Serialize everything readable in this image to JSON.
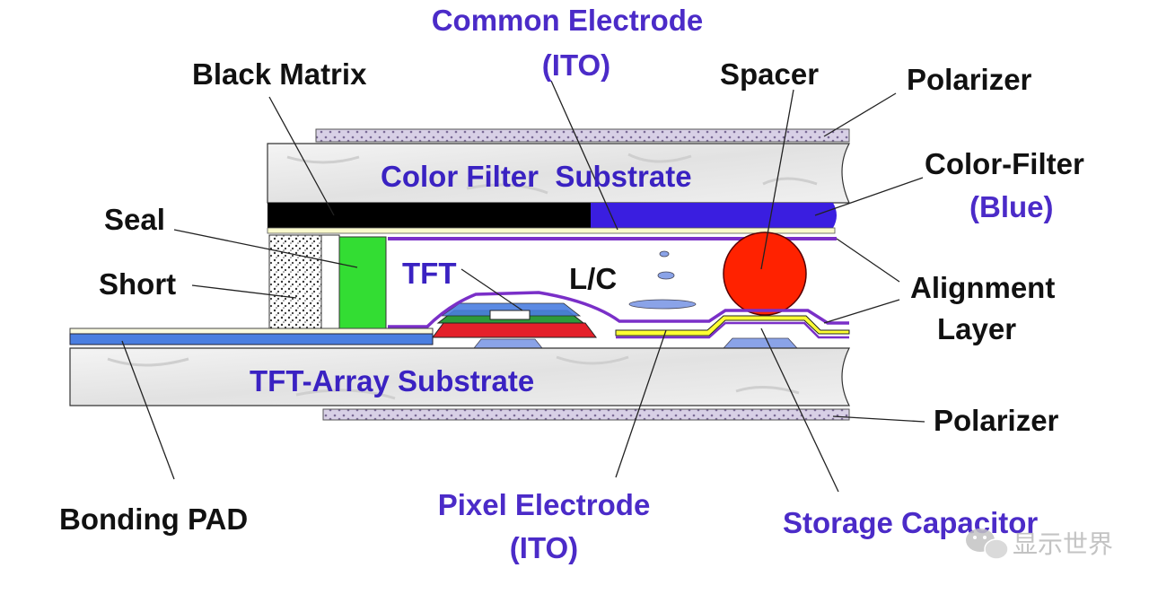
{
  "labels": {
    "common_electrode": "Common Electrode",
    "common_electrode_ito": "(ITO)",
    "black_matrix": "Black Matrix",
    "spacer": "Spacer",
    "polarizer_top": "Polarizer",
    "color_filter_substrate": "Color Filter  Substrate",
    "color_filter": "Color-Filter",
    "color_filter_blue": "(Blue)",
    "seal": "Seal",
    "short": "Short",
    "tft": "TFT",
    "lc": "L/C",
    "alignment": "Alignment",
    "alignment_layer": "Layer",
    "tft_array_substrate": "TFT-Array Substrate",
    "polarizer_bottom": "Polarizer",
    "bonding_pad": "Bonding PAD",
    "pixel_electrode": "Pixel Electrode",
    "pixel_electrode_ito": "(ITO)",
    "storage_capacitor": "Storage Capacitor"
  },
  "watermark": {
    "text": "显示世界"
  },
  "colors": {
    "substrate": "#eaeaea",
    "black_matrix": "#000000",
    "color_filter_blue": "#3a1ee0",
    "alignment_layer": "#7a2fc8",
    "seal": "#33dd33",
    "spacer": "#ff2200",
    "pixel_electrode": "#ffff33",
    "bonding_pad": "#4a7ee0",
    "label_purple": "#4b2bc8"
  }
}
